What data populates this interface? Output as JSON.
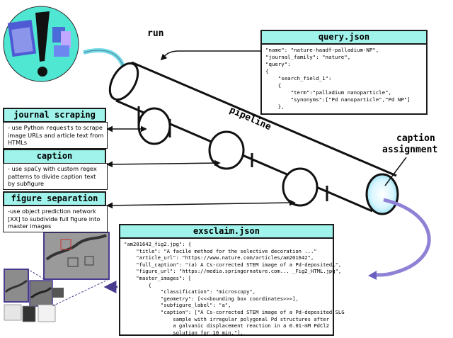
{
  "labels": {
    "run": "run",
    "pipeline": "pipeline",
    "caption_assignment_1": "caption",
    "caption_assignment_2": "assignment"
  },
  "steps": [
    {
      "title": "journal scraping",
      "desc_1": "- use Python ",
      "desc_code": "requests",
      "desc_2": " to scrape image URLs and article text from HTMLs"
    },
    {
      "title": "caption distribution",
      "desc_1": "- use ",
      "desc_code": "spaCy",
      "desc_2": " with custom regex patterns to divide caption text by subfigure"
    },
    {
      "title": "figure separation",
      "desc_1": "-use object prediction network [XX] to subdivide full figure into master images",
      "desc_code": "",
      "desc_2": ""
    }
  ],
  "query_json": {
    "title": "query.json",
    "lines": [
      "\"name\": \"nature-haadf-palladium-NP\",",
      "\"journal_family\": \"nature\",",
      "\"query\":",
      "{",
      "    \"search_field_1\":",
      "    {",
      "        \"term\":\"palladium nanoparticle\",",
      "        \"synonyms\":[\"Pd nanoparticle\",\"Pd NP\"]",
      "    },"
    ]
  },
  "exsclaim_json": {
    "title": "exsclaim.json",
    "lines": [
      "\"am201642_fig2.jpg\": {",
      "    \"title\": \"A facile method for the selective decoration ...\"",
      "    \"article_url\": \"https://www.nature.com/articles/am201642\",",
      "    \"full_caption\": \"(a) A Cs-corrected STEM image of a Pd-deposited…\",",
      "    \"figure_url\": \"https://media.springernature.com... _Fig2_HTML.jpg\",",
      "    \"master_images\": [",
      "        {",
      "            \"classification\": \"microscopy\",",
      "            \"geometry\": [<<<bounding box coordinates>>>],",
      "            \"subfigure_label\": \"a\",",
      "            \"caption\": [\"A Cs-corrected STEM image of a Pd-deposited SLG",
      "                sample with irregular polygonal Pd structures after",
      "                a galvanic displacement reaction in a 0.01-mM PdCl2",
      "                solution for 10 min.\"],"
    ]
  },
  "colors": {
    "accent": "#9ff3ea",
    "arrow_light": "#72d9ea",
    "arrow_purple": "#8e82d6",
    "dash_purple": "#4a3b8f"
  }
}
